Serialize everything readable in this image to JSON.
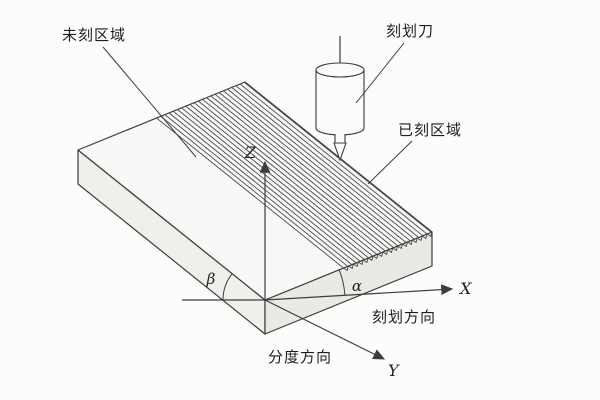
{
  "figure": {
    "labels": {
      "unscribed_area": "未刻区域",
      "scribing_tool": "刻划刀",
      "scribed_area": "已刻区域"
    },
    "directions": {
      "scribe_direction": "刻划方向",
      "index_direction": "分度方向"
    },
    "axes": {
      "x": "X",
      "y": "Y",
      "z": "Z"
    },
    "angles": {
      "alpha": "α",
      "beta": "β"
    },
    "style": {
      "line_color": "#3c3c3c",
      "background": "#fcfcfb"
    }
  }
}
